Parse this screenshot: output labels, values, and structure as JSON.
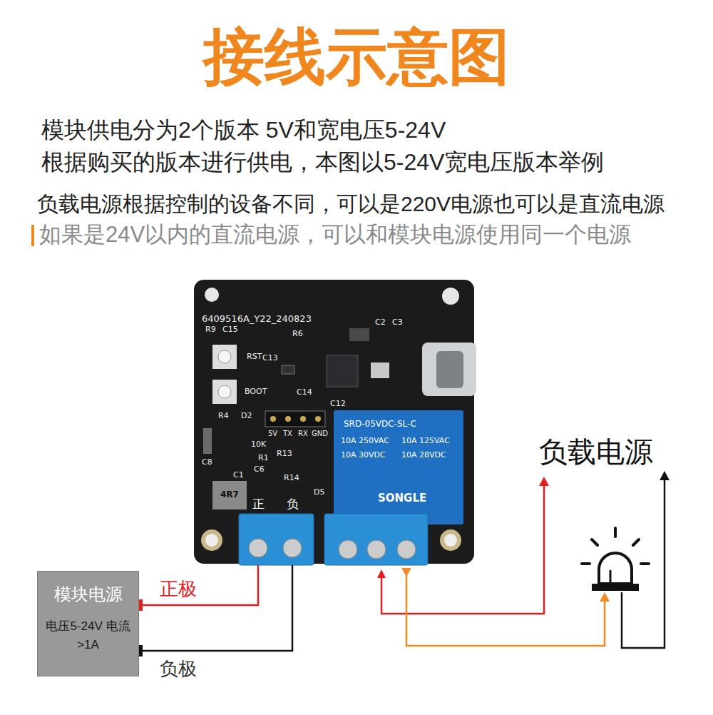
{
  "diagram": {
    "title": "接线示意图",
    "nodes": [
      {
        "text": [
          "模块电源",
          "电压5-24V 电流>1A"
        ]
      }
    ],
    "labels": [
      "模块供电分为2个版本 5V和宽电压5-24V",
      "根据购买的版本进行供电，本图以5-24V宽电压版本举例",
      "负载电源根据控制的设备不同，可以是220V电源也可以是直流电源",
      "如果是24V以内的直流电源，可以和模块电源使用同一个电源",
      "6409516A_Y22_240823",
      "R9",
      "C15",
      "R6",
      "C2",
      "C3",
      "RST",
      "BOOT",
      "C13",
      "C14",
      "C12",
      "R4",
      "D2",
      "5V",
      "TX",
      "RX",
      "GND",
      "C8",
      "10K",
      "R13",
      "R1",
      "C6",
      "C1",
      "R14",
      "D5",
      "4R7",
      "SRD-05VDC-SL-C",
      "10A 250VAC",
      "10A 125VAC",
      "10A 30VDC",
      "10A 28VDC",
      "SONGLE",
      "正",
      "负",
      "负载电源",
      "正极",
      "负极"
    ]
  }
}
